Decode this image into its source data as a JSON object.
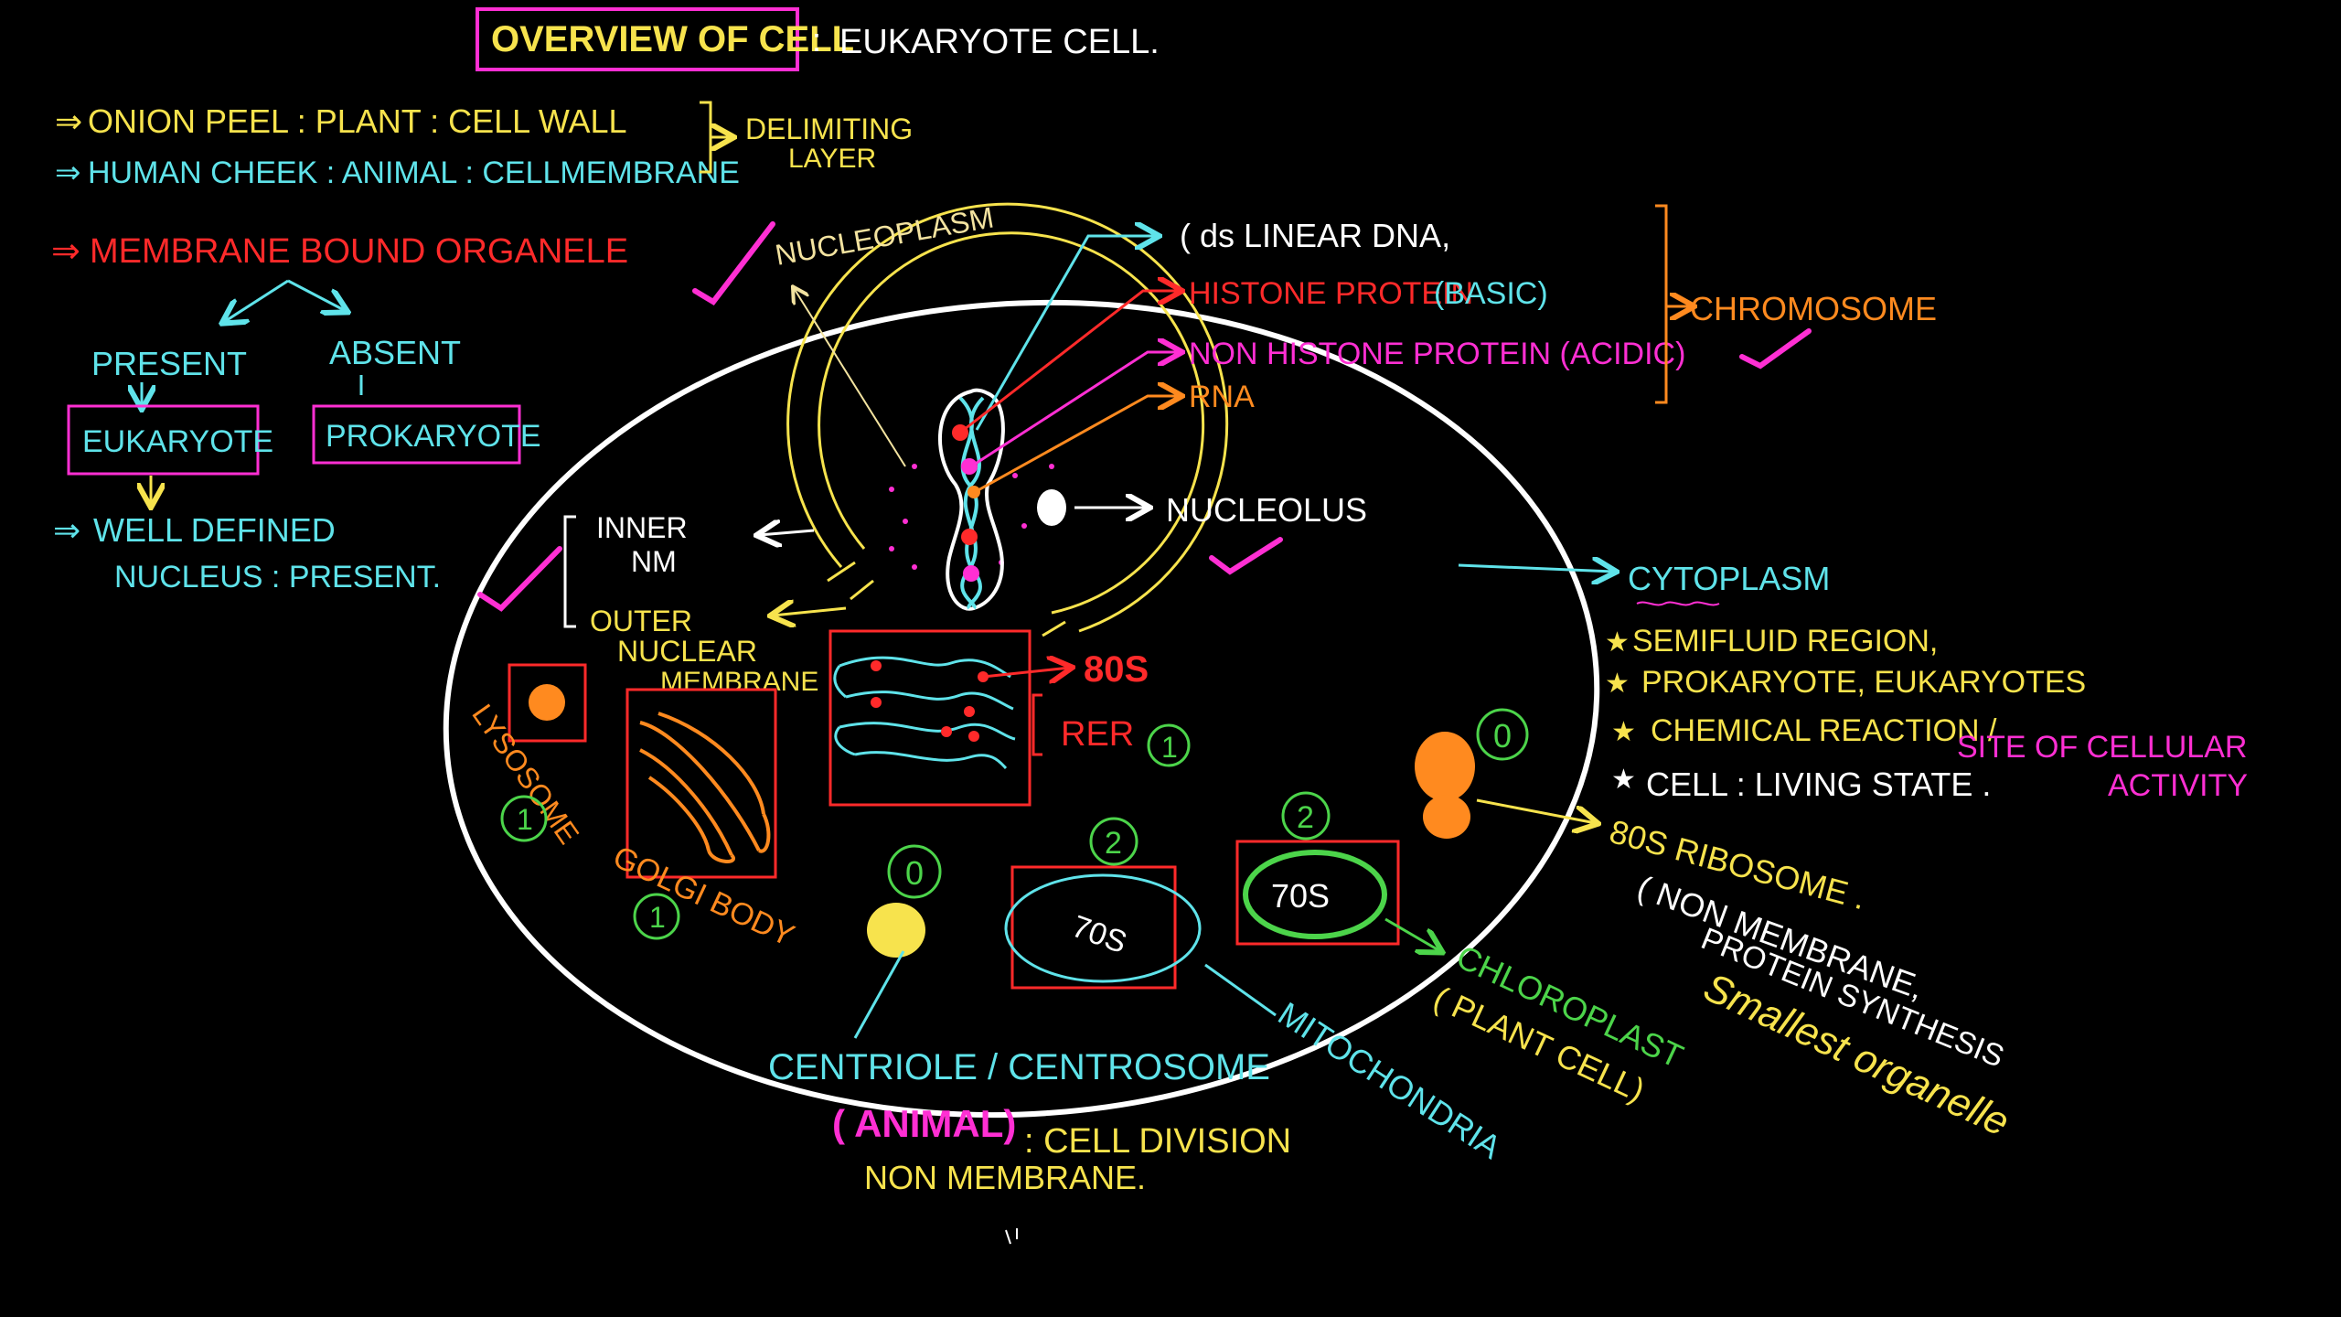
{
  "colors": {
    "background": "#000000",
    "white": "#ffffff",
    "yellow": "#f7e34d",
    "cyan": "#5fe3ea",
    "red": "#ff2a2a",
    "magenta": "#ff2fd3",
    "orange": "#ff8a1f",
    "green": "#4cd44a",
    "pale_yellow": "#f3e3a0"
  },
  "header": {
    "title": "OVERVIEW OF CELL",
    "colon": ":",
    "subtitle": "EUKARYOTE CELL."
  },
  "delimiting": {
    "line1_arrow": "⇒",
    "line1": "ONION PEEL : PLANT : CELL WALL",
    "line2_arrow": "⇒",
    "line2": "HUMAN CHEEK : ANIMAL : CELLMEMBRANE",
    "bracket_label_1": "DELIMITING",
    "bracket_label_2": "LAYER"
  },
  "organelle_tree": {
    "heading_arrow": "⇒",
    "heading": "MEMBRANE BOUND ORGANELE",
    "present": "PRESENT",
    "absent": "ABSENT",
    "eukaryote": "EUKARYOTE",
    "prokaryote": "PROKARYOTE",
    "nucleus_arrow": "⇒",
    "nucleus_line1": "WELL DEFINED",
    "nucleus_line2": "NUCLEUS : PRESENT."
  },
  "nucleus": {
    "nucleoplasm": "NUCLEOPLASM",
    "inner_1": "INNER",
    "inner_2": "NM",
    "outer_1": "OUTER",
    "outer_2": "NUCLEAR",
    "outer_3": "MEMBRANE",
    "nucleolus": "NUCLEOLUS"
  },
  "chromosome": {
    "ds_dna": "( ds LINEAR DNA,",
    "histone": "HISTONE PROTEIN",
    "histone_note": "(BASIC)",
    "non_histone": "NON HISTONE PROTEIN (ACIDIC)",
    "rna": "RNA",
    "label": "CHROMOSOME"
  },
  "organelles": {
    "ribosome_80s": "80S",
    "rer": "RER",
    "rer_num": "1",
    "lysosome": "LYSOSOME",
    "lysosome_num": "1",
    "golgi": "GOLGI BODY",
    "golgi_num": "1",
    "centriole_num": "0",
    "centriole": "CENTRIOLE / CENTROSOME",
    "animal": "( ANIMAL)",
    "cell_division": ": CELL DIVISION",
    "non_membrane": "NON MEMBRANE.",
    "mito_num": "2",
    "mito_70s": "70S",
    "mitochondria": "MITOCHONDRIA",
    "chloro_num": "2",
    "chloro_70s": "70S",
    "chloroplast": "CHLOROPLAST",
    "plant_cell": "( PLANT CELL)",
    "ribosome_num": "0"
  },
  "cytoplasm": {
    "label": "CYTOPLASM",
    "point1": "SEMIFLUID REGION,",
    "point2": "PROKARYOTE, EUKARYOTES",
    "point3": "CHEMICAL REACTION /",
    "point3_b": "SITE OF CELLULAR",
    "point3_c": "ACTIVITY",
    "point4": "CELL : LIVING STATE ."
  },
  "ribosome": {
    "line1": "80S RIBOSOME .",
    "line2": "( NON MEMBRANE,",
    "line3": "PROTEIN SYNTHESIS",
    "line4": "Smallest organelle"
  }
}
